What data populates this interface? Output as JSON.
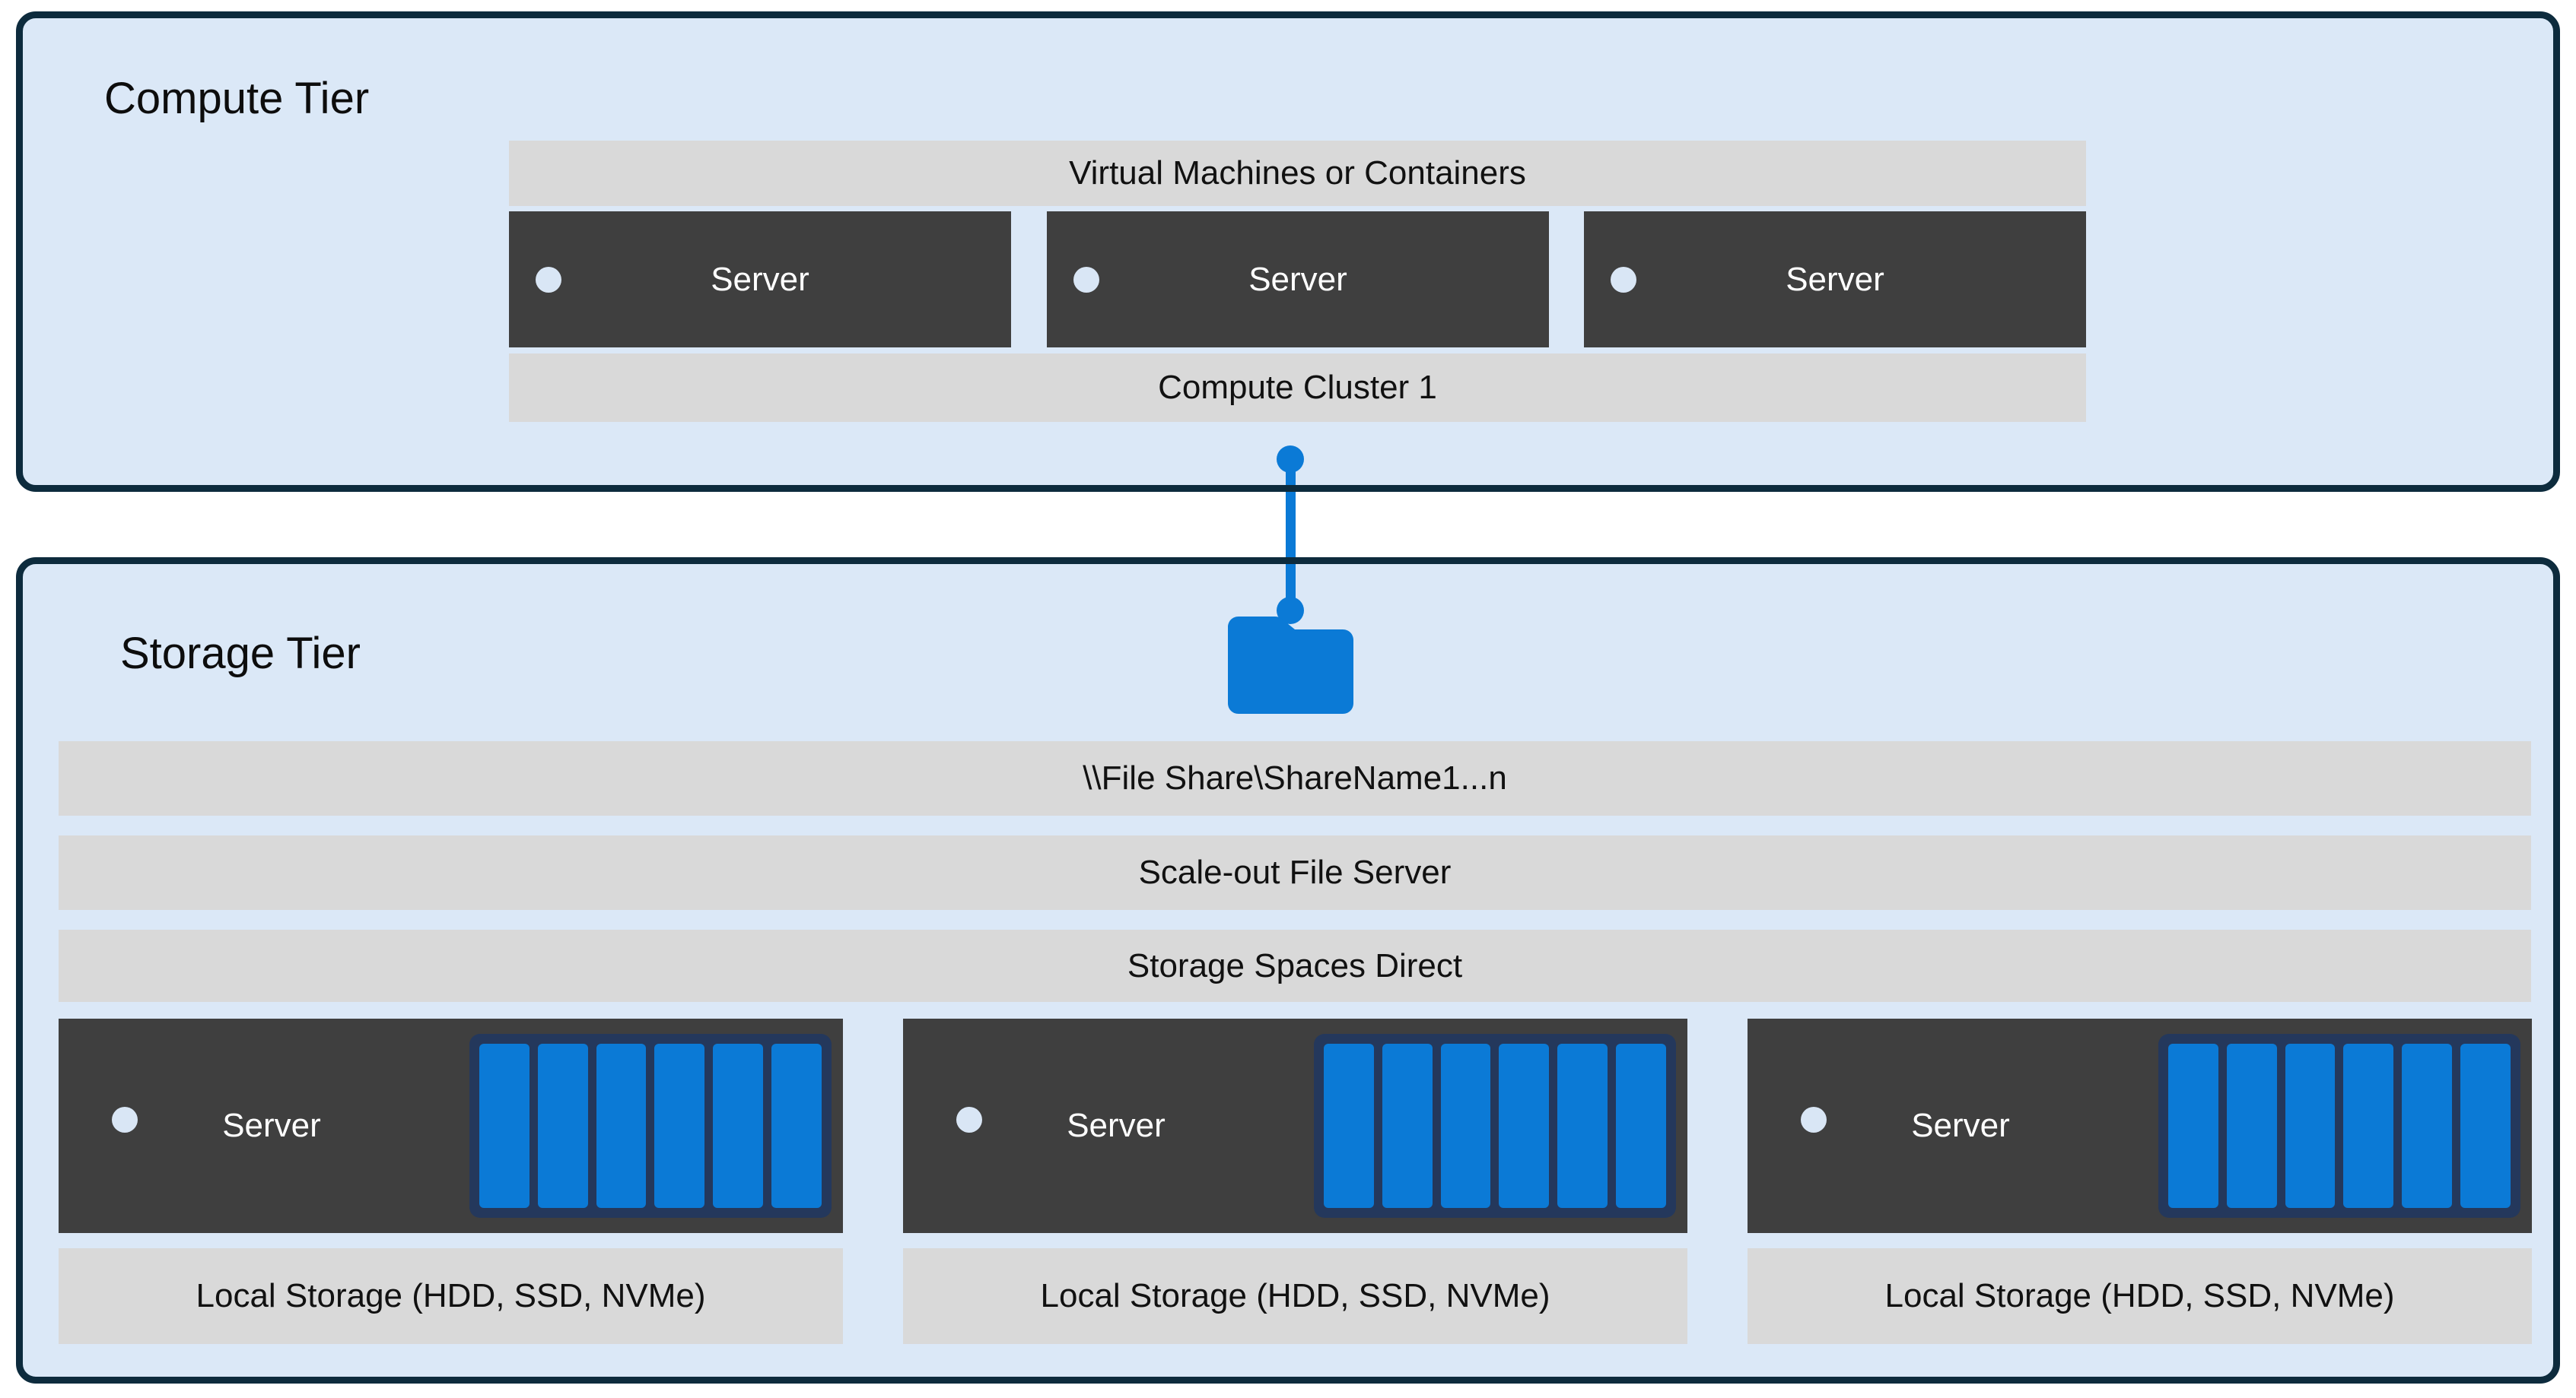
{
  "compute": {
    "title": "Compute Tier",
    "vm_bar_label": "Virtual Machines or Containers",
    "servers": [
      {
        "label": "Server"
      },
      {
        "label": "Server"
      },
      {
        "label": "Server"
      }
    ],
    "cluster_label": "Compute Cluster 1"
  },
  "storage": {
    "title": "Storage Tier",
    "bars": {
      "file_share": "\\\\File Share\\ShareName1...n",
      "scale_out": "Scale-out File Server",
      "s2d": "Storage Spaces Direct"
    },
    "nodes": [
      {
        "label": "Server",
        "disk_count": 6,
        "local_storage_label": "Local Storage (HDD, SSD, NVMe)"
      },
      {
        "label": "Server",
        "disk_count": 6,
        "local_storage_label": "Local Storage (HDD, SSD, NVMe)"
      },
      {
        "label": "Server",
        "disk_count": 6,
        "local_storage_label": "Local Storage (HDD, SSD, NVMe)"
      }
    ]
  },
  "icons": {
    "folder": "folder-icon",
    "connector": "smb-connector"
  },
  "colors": {
    "tier_fill": "#dbe8f7",
    "tier_border": "#0d2b3d",
    "bar_gray": "#d9d9d9",
    "server_dark": "#3f3f3f",
    "accent_blue": "#0b7ad6",
    "disk_border_navy": "#24385c",
    "led_dot": "#d9e6f5"
  }
}
